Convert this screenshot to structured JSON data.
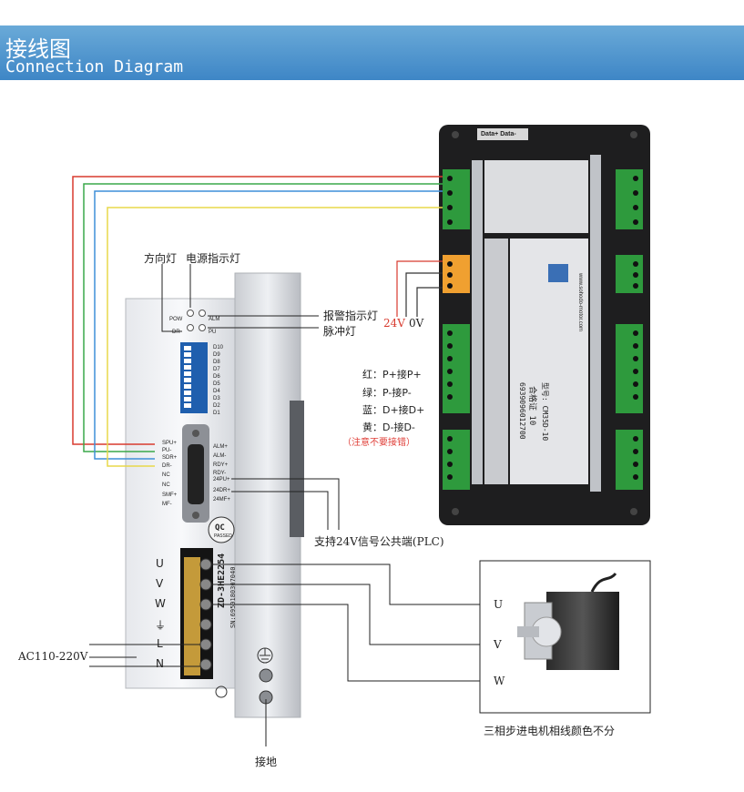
{
  "header": {
    "title_zh": "接线图",
    "title_en": "Connection Diagram"
  },
  "driver": {
    "led_labels": {
      "pow": "POW",
      "alm": "ALM",
      "dr": "DR",
      "pu": "PU"
    },
    "dip_labels": [
      "D10",
      "D9",
      "D8",
      "D7",
      "D6",
      "D5",
      "D4",
      "D3",
      "D2",
      "D1"
    ],
    "left_pins": [
      "SPU+",
      "PU-",
      "SDR+",
      "DR-",
      "NC",
      "NC",
      "SMF+",
      "MF-"
    ],
    "right_pins": [
      "ALM+",
      "ALM-",
      "RDY+",
      "RDY-",
      "24PU+",
      "24DR+",
      "24MF+"
    ],
    "qc_text": "QC",
    "qc_sub": "PASSED",
    "model": "ZD-3HE2254",
    "serial": "SN:6950180307040",
    "power_labels": [
      "U",
      "V",
      "W",
      "⏚",
      "L",
      "N"
    ]
  },
  "controller": {
    "data_label": "Data+ Data-",
    "model_label": "型号: CM35D-10",
    "cert_label": "合格证 10",
    "barcode": "6939096012700",
    "website": "www.sohodo-motor.com"
  },
  "annotations": {
    "direction_light": "方向灯",
    "power_light": "电源指示灯",
    "alarm_light": "报警指示灯",
    "pulse_light": "脉冲灯",
    "v24": "24V",
    "v0": "0V",
    "wiring": [
      "红：P+接P+",
      "绿：P-接P-",
      "蓝：D+接D+",
      "黄：D-接D-"
    ],
    "warning": "（注意不要接错）",
    "plc": "支持24V信号公共端(PLC)",
    "ac": "AC110-220V",
    "ground": "接地",
    "motor_u": "U",
    "motor_v": "V",
    "motor_w": "W",
    "motor_note": "三相步进电机相线颜色不分"
  },
  "colors": {
    "header": "#4a8fcb",
    "red_wire": "#d83a2e",
    "green_wire": "#3aa84a",
    "blue_wire": "#3f8fd8",
    "yellow_wire": "#e8d84a",
    "warning": "#e0403a"
  }
}
